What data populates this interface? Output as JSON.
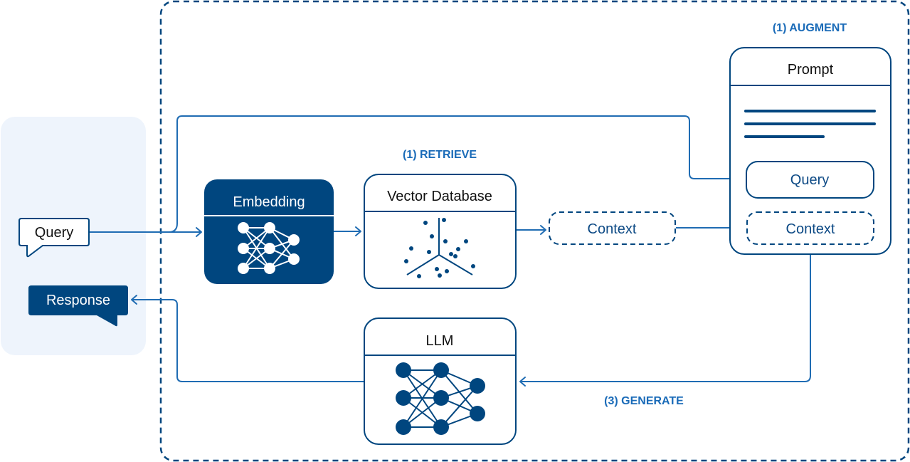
{
  "colors": {
    "primary_dark": "#00467f",
    "arrow_blue": "#1f6cb3",
    "step_label": "#1a6bb8",
    "user_panel_bg": "#eef4fc",
    "text_dark": "#111111",
    "background": "#ffffff"
  },
  "user_panel": {
    "query_bubble": "Query",
    "response_bubble": "Response"
  },
  "steps": {
    "retrieve": "(1) RETRIEVE",
    "augment": "(1) AUGMENT",
    "generate": "(3) GENERATE"
  },
  "nodes": {
    "embedding": {
      "title": "Embedding",
      "icon": "neural-network-icon"
    },
    "vector_db": {
      "title": "Vector Database",
      "icon": "vector-scatter-icon"
    },
    "context": {
      "label": "Context"
    },
    "llm": {
      "title": "LLM",
      "icon": "neural-network-icon"
    },
    "prompt": {
      "title": "Prompt",
      "icon": "text-lines-icon",
      "query_slot": "Query",
      "context_slot": "Context"
    }
  }
}
